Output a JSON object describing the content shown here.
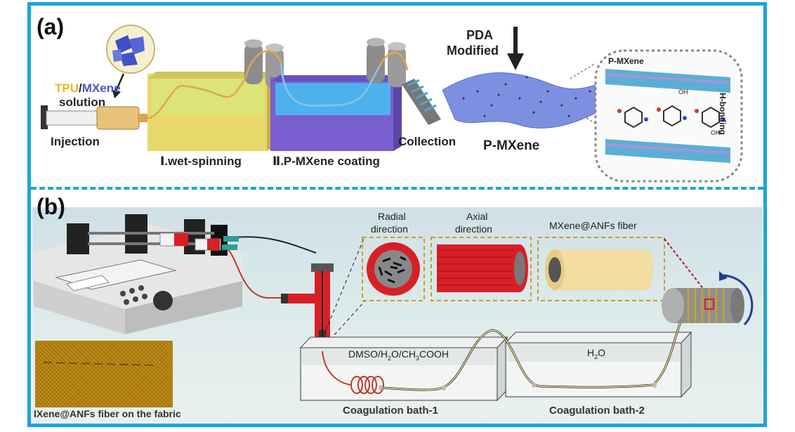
{
  "panel_a": {
    "letter": "(a)",
    "solution_tpu": "TPU",
    "solution_sep": "/",
    "solution_mxene": "MXene",
    "solution_word": "solution",
    "injection": "Injection",
    "step1": "Ⅰ.wet-spinning",
    "step2": "Ⅱ.P-MXene coating",
    "collection": "Collection",
    "pda_line1": "PDA",
    "pda_line2": "Modified",
    "p_mxene": "P-MXene",
    "inset_title": "P-MXene",
    "h_bonding": "H-bonding",
    "oh": "OH",
    "colors": {
      "tpu": "#f2b21c",
      "mxene": "#4a55c9",
      "bath1": "#e6e27a",
      "bath2": "#4aa7e6",
      "frame": "#1aa3e0"
    }
  },
  "panel_b": {
    "letter": "(b)",
    "radial_line1": "Radial",
    "radial_line2": "direction",
    "axial_line1": "Axial",
    "axial_line2": "direction",
    "fiber_label": "MXene@ANFs fiber",
    "solvent_a": "DMSO/H",
    "solvent_sub1": "2",
    "solvent_b": "O/CH",
    "solvent_sub2": "3",
    "solvent_c": "COOH",
    "water_a": "H",
    "water_sub": "2",
    "water_b": "O",
    "bath1": "Coagulation bath-1",
    "bath2": "Coagulation bath-2",
    "fabric_caption": "lXene@ANFs fiber on the fabric",
    "colors": {
      "fiber": "#f1dca2",
      "red": "#d81f26",
      "dash": "#c8a02a"
    }
  }
}
